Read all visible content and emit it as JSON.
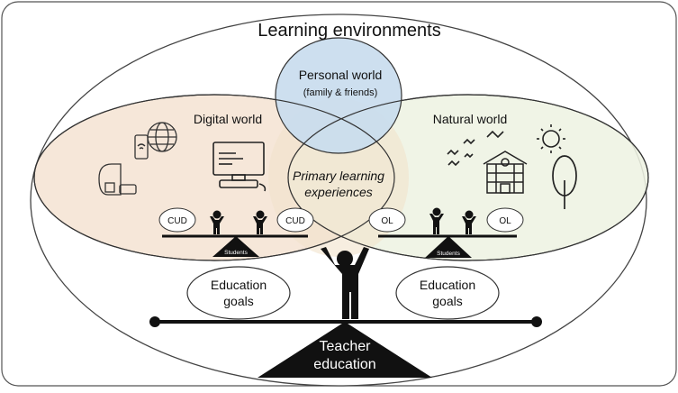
{
  "title": "Learning environments",
  "personal_world": {
    "title": "Personal world",
    "subtitle": "(family & friends)"
  },
  "digital_world": {
    "title": "Digital world"
  },
  "natural_world": {
    "title": "Natural world"
  },
  "center": {
    "line1": "Primary learning",
    "line2": "experiences"
  },
  "left_balance": {
    "tag_left": "CUD",
    "tag_right": "CUD",
    "fulcrum_label": "Students"
  },
  "right_balance": {
    "tag_left": "OL",
    "tag_right": "OL",
    "fulcrum_label": "Students"
  },
  "goals_left": {
    "line1": "Education",
    "line2": "goals"
  },
  "goals_right": {
    "line1": "Education",
    "line2": "goals"
  },
  "teacher": {
    "line1": "Teacher",
    "line2": "education"
  },
  "colors": {
    "digital_fill": "#f6e7d9",
    "natural_fill": "#eef3e3",
    "personal_fill": "#c9dcee",
    "center_fill": "#f3e6cf",
    "ink": "#111111"
  }
}
